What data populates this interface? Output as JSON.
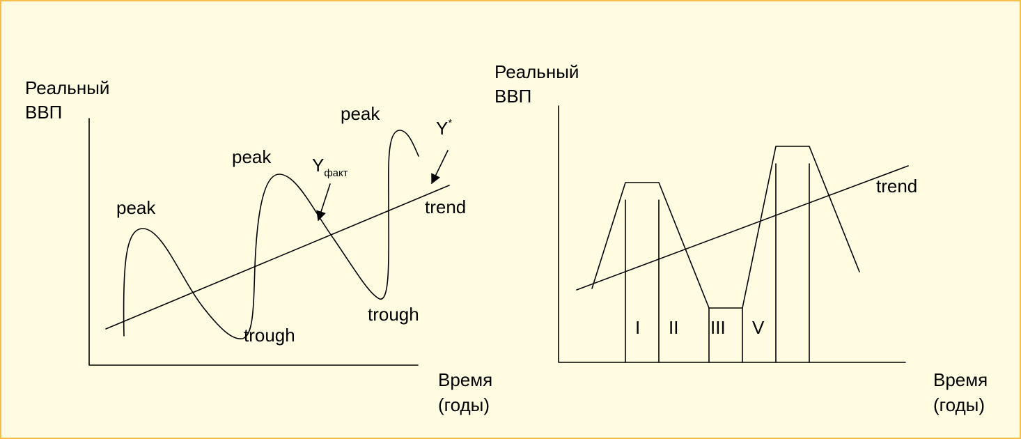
{
  "colors": {
    "background": "#fffce1",
    "border": "#f5c04a",
    "ink": "#000000"
  },
  "left_chart": {
    "y_axis_label": [
      "Реальный",
      "ВВП"
    ],
    "x_axis_label": [
      "Время",
      "(годы)"
    ],
    "peaks": [
      "peak",
      "peak",
      "peak"
    ],
    "troughs": [
      "trough",
      "trough"
    ],
    "trend_label": "trend",
    "actual_label": {
      "base": "Y",
      "sub": "факт"
    },
    "potential_label": {
      "base": "Y",
      "sup": "*"
    }
  },
  "right_chart": {
    "y_axis_label": [
      "Реальный",
      "ВВП"
    ],
    "x_axis_label": [
      "Время",
      "(годы)"
    ],
    "trend_label": "trend",
    "phases": [
      "I",
      "II",
      "III",
      "V"
    ]
  }
}
